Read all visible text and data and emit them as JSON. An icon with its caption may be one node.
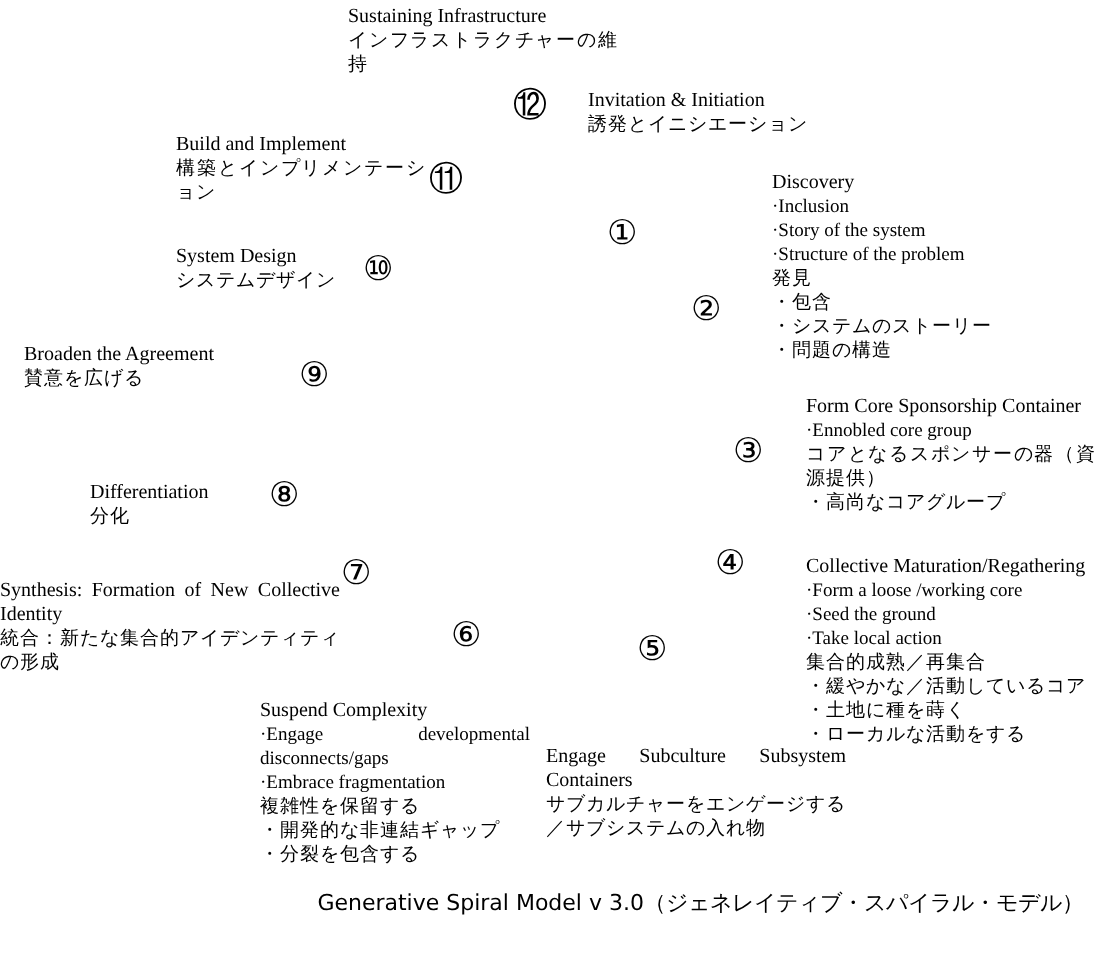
{
  "diagram": {
    "caption": "Generative Spiral Model v 3.0（ジェネレイティブ・スパイラル・モデル）",
    "nodes": [
      {
        "text": [
          "①"
        ],
        "beside": [
          "Invitation & Initiation",
          "誘発とイニシエーション"
        ]
      },
      {
        "text": [
          "②"
        ],
        "beside": [
          "Discovery",
          "·Inclusion",
          "·Story of the system",
          "·Structure of the problem",
          "発見",
          "・包含",
          "・システムのストーリー",
          "・問題の構造"
        ]
      },
      {
        "text": [
          "③"
        ],
        "beside": [
          "Form Core Sponsorship Container",
          "·Ennobled core group",
          "コアとなるスポンサーの器（資源提供）",
          "・高尚なコアグループ"
        ]
      },
      {
        "text": [
          "④"
        ],
        "beside": [
          "Collective Maturation/Regathering",
          "·Form a loose /working core",
          "·Seed the ground",
          "·Take local action",
          "集合的成熟／再集合",
          "・緩やかな／活動しているコア",
          "・土地に種を蒔く",
          "・ローカルな活動をする"
        ]
      },
      {
        "text": [
          "⑤"
        ],
        "beside": [
          "Engage Subculture Subsystem Containers",
          "サブカルチャーをエンゲージする／サブシステムの入れ物"
        ]
      },
      {
        "text": [
          "⑥"
        ],
        "beside": [
          "Suspend Complexity",
          "·Engage developmental disconnects/gaps",
          "·Embrace fragmentation",
          "複雑性を保留する",
          "・開発的な非連結ギャップ",
          "・分裂を包含する"
        ]
      },
      {
        "text": [
          "⑦"
        ],
        "beside": [
          "Synthesis: Formation of New Collective Identity",
          "統合：新たな集合的アイデンティティの形成"
        ]
      },
      {
        "text": [
          "⑧"
        ],
        "beside": [
          "Differentiation",
          "分化"
        ]
      },
      {
        "text": [
          "⑨"
        ],
        "beside": [
          "Broaden the Agreement",
          "賛意を広げる"
        ]
      },
      {
        "text": [
          "⑩"
        ],
        "beside": [
          "System Design",
          "システムデザイン"
        ]
      },
      {
        "text": [
          "⑪"
        ],
        "beside": [
          "Build and Implement",
          "構築とインプリメンテーション"
        ]
      },
      {
        "text": [
          "⑫"
        ],
        "beside": [
          "Sustaining Infrastructure",
          "インフラストラクチャーの維持"
        ]
      }
    ]
  }
}
